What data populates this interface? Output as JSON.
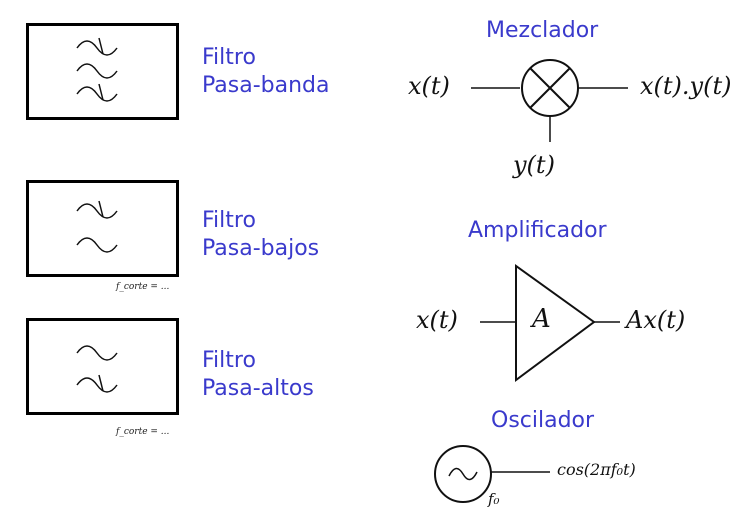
{
  "filters": [
    {
      "title_line1": "Filtro",
      "title_line2": "Pasa-banda",
      "fc_label": ""
    },
    {
      "title_line1": "Filtro",
      "title_line2": "Pasa-bajos",
      "fc_label": "f_corte = ..."
    },
    {
      "title_line1": "Filtro",
      "title_line2": "Pasa-altos",
      "fc_label": "f_corte = ..."
    }
  ],
  "mixer": {
    "title": "Mezclador",
    "in_x": "x(t)",
    "in_y": "y(t)",
    "out": "x(t).y(t)"
  },
  "amplifier": {
    "title": "Amplificador",
    "gain": "A",
    "in": "x(t)",
    "out": "Ax(t)"
  },
  "oscillator": {
    "title": "Oscilador",
    "out": "cos(2πf₀t)",
    "freq": "f₀"
  },
  "colors": {
    "accent": "#3a3acc"
  }
}
